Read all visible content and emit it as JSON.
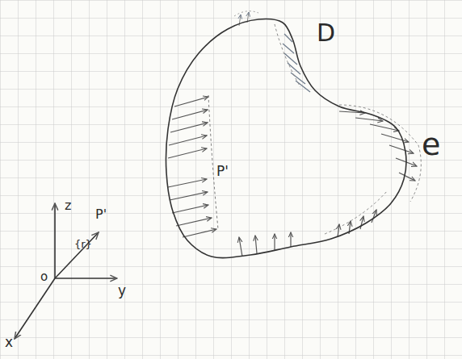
{
  "diagram": {
    "labels": [
      "D",
      "e",
      "P'",
      "z",
      "P'",
      "{r}",
      "o",
      "y",
      "x"
    ]
  }
}
